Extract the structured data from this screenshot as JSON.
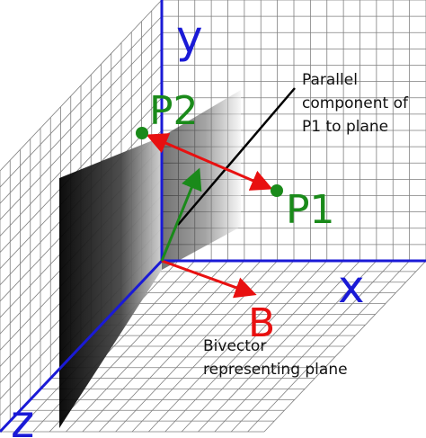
{
  "labels": {
    "y_axis": "y",
    "x_axis": "x",
    "z_axis": "z",
    "p1": "P1",
    "p2": "P2",
    "b": "B",
    "parallel_line1": "Parallel",
    "parallel_line2": "component of",
    "parallel_line3": "P1 to plane",
    "bivector_line1": "Bivector",
    "bivector_line2": "representing plane"
  },
  "colors": {
    "axis": "#1a1ad6",
    "grid": "#7f7f7f",
    "point": "#1a8a1a",
    "vector_red": "#e81010",
    "vector_green": "#1a8a1a",
    "b_label": "#e81010",
    "text": "#111111"
  }
}
